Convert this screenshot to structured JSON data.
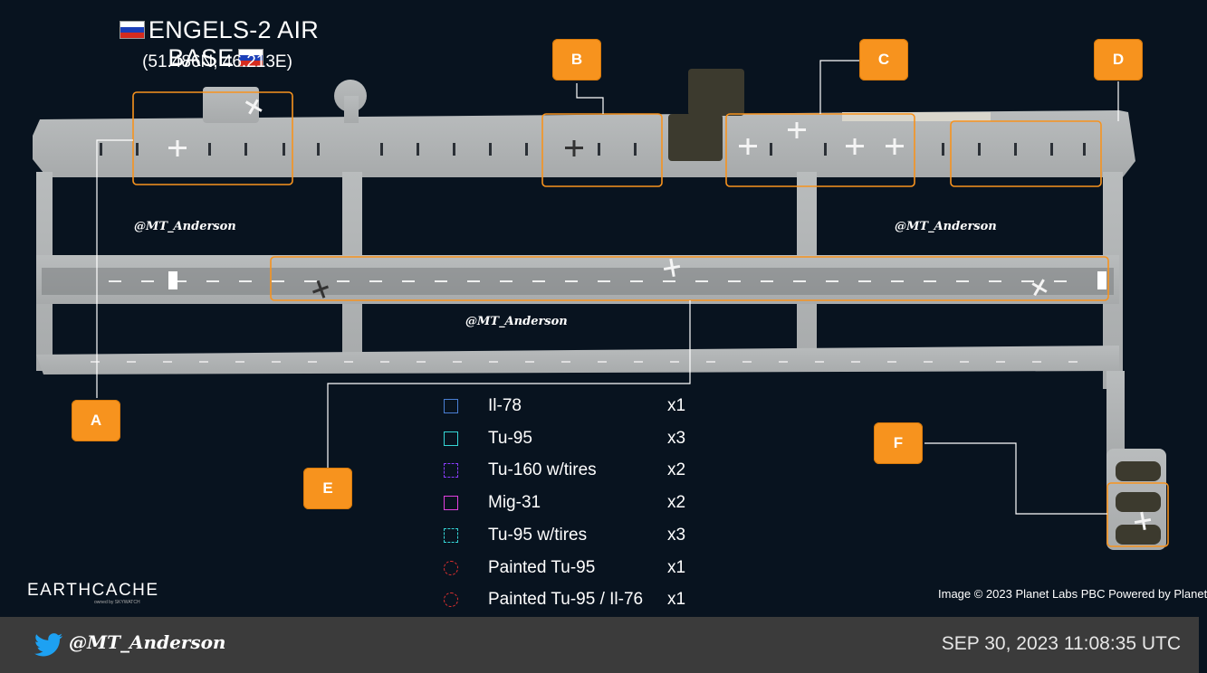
{
  "title": "ENGELS-2 AIR BASE",
  "coordinates": "(51.486N, 46.213E)",
  "watermark": "@MT_Anderson",
  "callouts": [
    "A",
    "B",
    "C",
    "D",
    "E",
    "F"
  ],
  "legend": [
    {
      "label": "Il-78",
      "count": "x1",
      "color": "#4a7fd4",
      "style": "solid-square"
    },
    {
      "label": "Tu-95",
      "count": "x3",
      "color": "#35d6d6",
      "style": "solid-square"
    },
    {
      "label": "Tu-160 w/tires",
      "count": "x2",
      "color": "#8a3cff",
      "style": "dashed-square"
    },
    {
      "label": "Mig-31",
      "count": "x2",
      "color": "#e040e0",
      "style": "solid-square"
    },
    {
      "label": "Tu-95 w/tires",
      "count": "x3",
      "color": "#35d6d6",
      "style": "dashed-square"
    },
    {
      "label": "Painted Tu-95",
      "count": "x1",
      "color": "#e03030",
      "style": "dashed-circle"
    },
    {
      "label": "Painted Tu-95 / Il-76",
      "count": "x1",
      "color": "#e03030",
      "style": "dashed-circle"
    }
  ],
  "brand": {
    "name": "EARTHCACHE",
    "sub": "owned by SKYWATCH"
  },
  "credit": "Image © 2023 Planet Labs PBC Powered by Planet",
  "footer": {
    "handle": "@MT_Anderson",
    "timestamp": "SEP 30, 2023 11:08:35 UTC"
  },
  "colors": {
    "highlight": "#f7931e",
    "background": "#08131f",
    "footer": "#3b3b3b",
    "twitter": "#1da1f2"
  },
  "icons": [
    "russia-flag-icon",
    "twitter-bird-icon"
  ]
}
